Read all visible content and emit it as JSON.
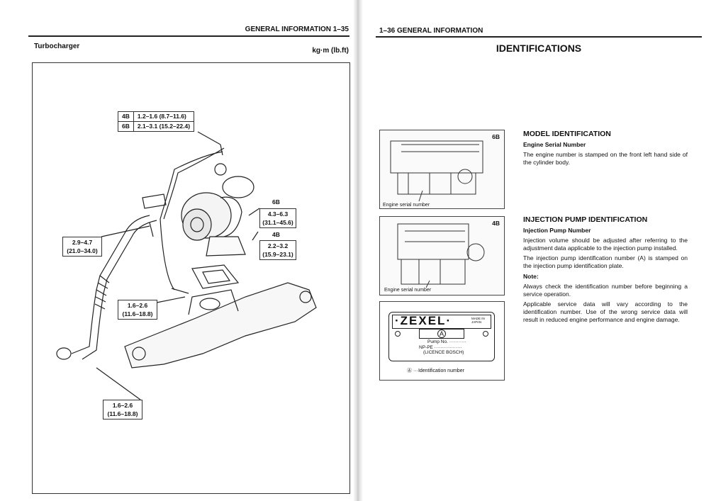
{
  "left_page": {
    "header": "GENERAL INFORMATION  1–35",
    "section_title": "Turbocharger",
    "unit": "kg·m (lb.ft)",
    "torque_table": [
      {
        "model": "4B",
        "value": "1.2–1.6 (8.7–11.6)"
      },
      {
        "model": "6B",
        "value": "2.1–3.1 (15.2–22.4)"
      }
    ],
    "labels": {
      "6b": "6B",
      "4b": "4B",
      "t1_a": "4.3–6.3",
      "t1_b": "(31.1–45.6)",
      "t2_a": "2.2–3.2",
      "t2_b": "(15.9–23.1)",
      "t3_a": "2.9–4.7",
      "t3_b": "(21.0–34.0)",
      "t4_a": "1.6–2.6",
      "t4_b": "(11.6–18.8)",
      "t5_a": "1.6–2.6",
      "t5_b": "(11.6–18.8)"
    }
  },
  "right_page": {
    "header": "1–36  GENERAL INFORMATION",
    "title": "IDENTIFICATIONS",
    "fig1": {
      "tag": "6B",
      "caption": "Engine serial number"
    },
    "fig2": {
      "tag": "4B",
      "caption": "Engine serial number"
    },
    "plate": {
      "brand": "·ZEXEL·",
      "made": "MADE IN JAPAN",
      "mark": "A",
      "pump_no": "Pump No. ···········",
      "np": "NP-PE ··················",
      "licence": "(LICENCE  BOSCH)",
      "legend": "Ⓐ ···Identification number"
    },
    "model_id": {
      "heading": "MODEL IDENTIFICATION",
      "sub": "Engine Serial Number",
      "text": "The engine number is stamped on the front left hand side of the cylinder body."
    },
    "pump_id": {
      "heading": "INJECTION PUMP IDENTIFICATION",
      "sub": "Injection Pump Number",
      "p1": "Injection volume should be adjusted after referring to the adjustment data applicable to the injection pump installed.",
      "p2": "The injection pump identification number (A) is stamped on the injection pump identification plate.",
      "note_label": "Note:",
      "p3": "Always check the identification number before beginning a service operation.",
      "p4": "Applicable service data will vary according to the identification number.  Use of the wrong service data will result in reduced engine performance and engine damage."
    }
  }
}
